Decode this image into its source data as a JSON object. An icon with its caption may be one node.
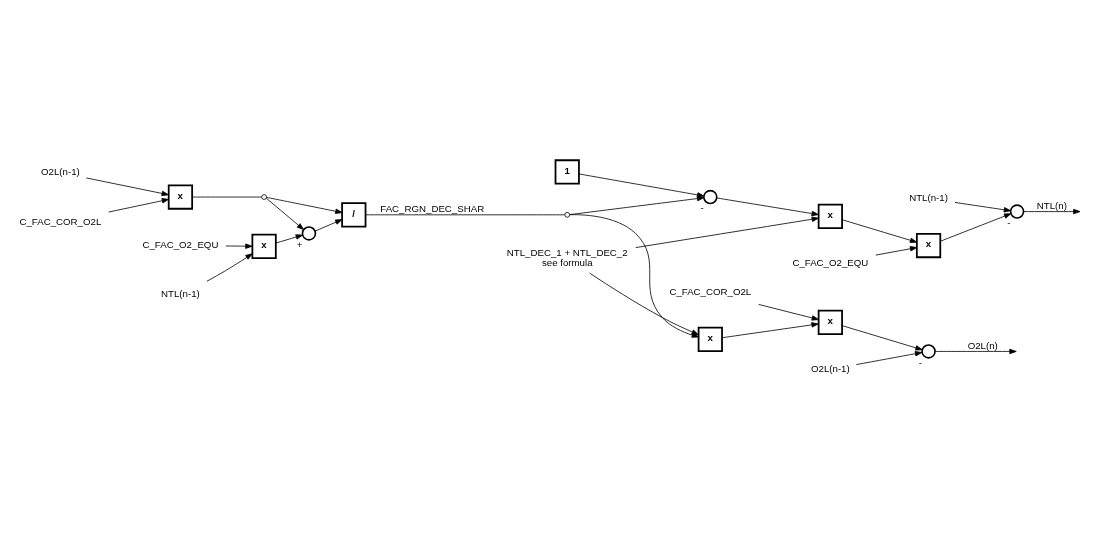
{
  "diagram": {
    "nodes": [
      {
        "text": [
          "O2L(n-1)"
        ]
      },
      {
        "text": [
          "C_FAC_COR_O2L"
        ]
      },
      {
        "text": [
          "x"
        ]
      },
      {
        "text": [
          "NTL(n-1)"
        ]
      },
      {
        "text": [
          "C_FAC_O2_EQU"
        ]
      },
      {
        "text": [
          "x"
        ]
      },
      {
        "text": [],
        "shape": "circle"
      },
      {
        "text": [],
        "shape": "circle",
        "beside": [
          "+"
        ]
      },
      {
        "text": [
          "/"
        ]
      },
      {
        "text": [],
        "shape": "circle"
      },
      {
        "text": [
          "1"
        ]
      },
      {
        "text": [],
        "shape": "circle",
        "beside": [
          "-"
        ]
      },
      {
        "text": [
          "x"
        ]
      },
      {
        "text": [
          "C_FAC_O2_EQU"
        ]
      },
      {
        "text": [
          "x"
        ]
      },
      {
        "text": [
          "NTL(n-1)"
        ]
      },
      {
        "text": [],
        "shape": "circle",
        "beside": [
          "-"
        ]
      },
      {
        "text": [
          "NTL_DEC_1 + NTL_DEC_2",
          "see formula"
        ]
      },
      {
        "text": [
          "C_FAC_COR_O2L"
        ]
      },
      {
        "text": [
          "x"
        ]
      },
      {
        "text": [
          "x"
        ]
      },
      {
        "text": [],
        "shape": "circle",
        "beside": [
          "-"
        ]
      },
      {
        "text": [
          "O2L(n-1)"
        ]
      }
    ],
    "edges": [
      {
        "from": 0,
        "to": 2,
        "arrow": "to"
      },
      {
        "from": 1,
        "to": 2,
        "arrow": "to"
      },
      {
        "from": 3,
        "to": 5,
        "arrow": "to"
      },
      {
        "from": 4,
        "to": 5,
        "arrow": "to"
      },
      {
        "from": 2,
        "to": 6,
        "arrow": "none"
      },
      {
        "from": 6,
        "to": 8,
        "arrow": "to"
      },
      {
        "from": 6,
        "to": 7,
        "arrow": "to"
      },
      {
        "from": 5,
        "to": 7,
        "arrow": "to"
      },
      {
        "from": 7,
        "to": 8,
        "arrow": "to"
      },
      {
        "from": 8,
        "to": 9,
        "arrow": "none",
        "label": "FAC_RGN_DEC_SHAR"
      },
      {
        "from": 9,
        "to": 11,
        "arrow": "to"
      },
      {
        "from": 10,
        "to": 11,
        "arrow": "to"
      },
      {
        "from": 11,
        "to": 12,
        "arrow": "to"
      },
      {
        "from": 12,
        "to": 14,
        "arrow": "to"
      },
      {
        "from": 13,
        "to": 14,
        "arrow": "to"
      },
      {
        "from": 14,
        "to": 16,
        "arrow": "to"
      },
      {
        "from": 15,
        "to": 16,
        "arrow": "to"
      },
      {
        "from": 16,
        "to": null,
        "arrow": "to",
        "label": "NTL(n)"
      },
      {
        "from": 17,
        "to": 12,
        "arrow": "to"
      },
      {
        "from": 17,
        "to": 19,
        "arrow": "to"
      },
      {
        "from": 9,
        "to": 19,
        "arrow": "to"
      },
      {
        "from": 19,
        "to": 20,
        "arrow": "to"
      },
      {
        "from": 18,
        "to": 20,
        "arrow": "to"
      },
      {
        "from": 20,
        "to": 21,
        "arrow": "to"
      },
      {
        "from": 22,
        "to": 21,
        "arrow": "to"
      },
      {
        "from": 21,
        "to": null,
        "arrow": "to",
        "label": "O2L(n)"
      }
    ]
  }
}
